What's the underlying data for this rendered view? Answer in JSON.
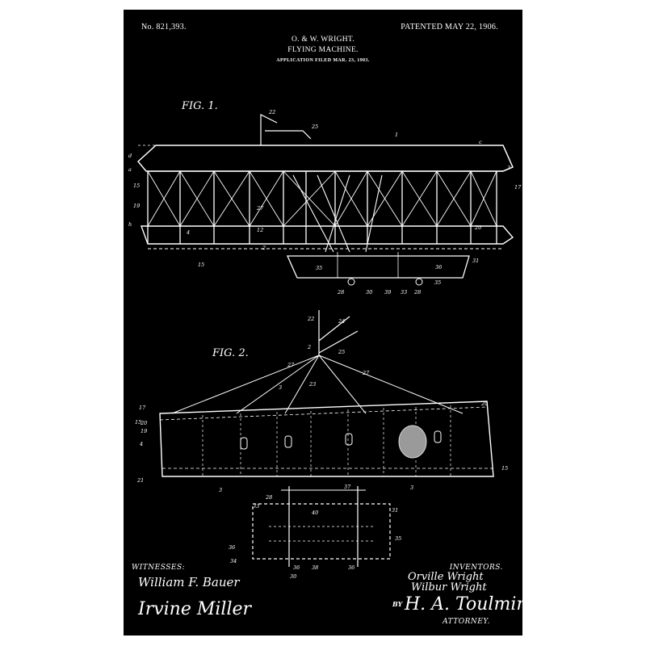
{
  "header": {
    "patent_number": "No. 821,393.",
    "patent_date": "PATENTED MAY 22, 1906.",
    "inventor_line": "O. & W. WRIGHT.",
    "title": "FLYING MACHINE.",
    "application": "APPLICATION FILED MAR. 23, 1903."
  },
  "figures": {
    "fig1_label": "FIG. 1.",
    "fig2_label": "FIG. 2."
  },
  "footer": {
    "witnesses_label": "WITNESSES:",
    "witness_1": "William F. Bauer",
    "witness_2": "Irvine Miller",
    "inventors_label": "INVENTORS.",
    "inventor_1": "Orville Wright",
    "inventor_2": "Wilbur Wright",
    "by_label": "BY",
    "attorney_signature": "H. A. Toulmin",
    "attorney_label": "ATTORNEY."
  },
  "colors": {
    "background": "#000000",
    "ink": "#ffffff"
  }
}
